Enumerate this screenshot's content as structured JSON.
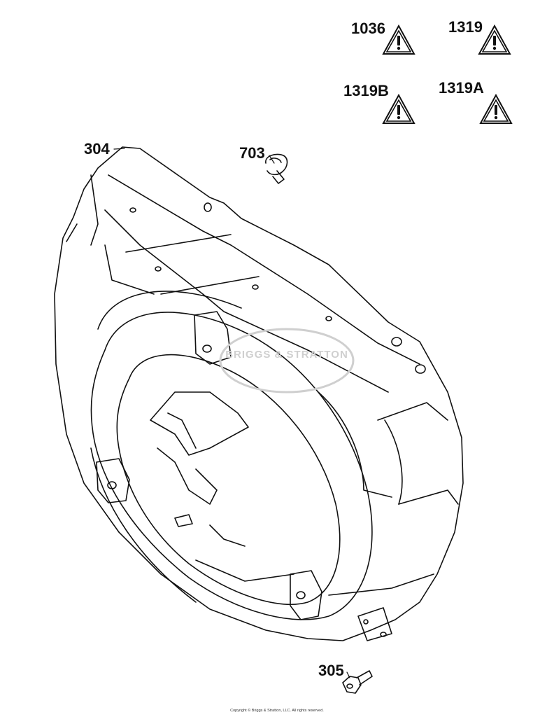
{
  "callouts": {
    "warn_1036": "1036",
    "warn_1319": "1319",
    "warn_1319b": "1319B",
    "warn_1319a": "1319A",
    "housing": "304",
    "clip": "703",
    "screw": "305"
  },
  "watermark": "BRIGGS & STRATTON",
  "footer": "Copyright © Briggs & Stratton, LLC. All rights reserved.",
  "icons": [
    "warning-triangle-icon"
  ],
  "colors": {
    "line": "#111111",
    "background": "#ffffff",
    "watermark": "#cfcfcf"
  }
}
